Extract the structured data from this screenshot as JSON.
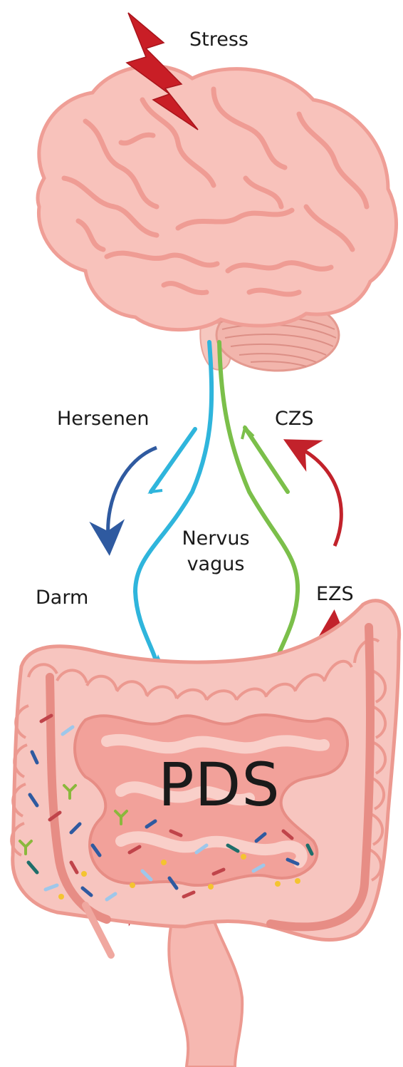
{
  "labels": {
    "stress": "Stress",
    "brain": "Hersenen",
    "cns": "CZS",
    "vagus_line1": "Nervus",
    "vagus_line2": "vagus",
    "gut": "Darm",
    "ens": "EZS",
    "condition": "PDS"
  },
  "colors": {
    "tissue": "#f4a6a2",
    "tissue_light": "#f9cfc9",
    "tissue_dark": "#e9827d",
    "efferent_nerve": "#2fb5dc",
    "afferent_nerve": "#7bbf4a",
    "arrow_brain_to_gut": "#2f5aa0",
    "arrow_gut_to_brain": "#c2222b",
    "stress_bolt": "#c91e26"
  },
  "icons": [
    "lightning-bolt-icon",
    "brain-icon",
    "cerebellum-icon",
    "brainstem-icon",
    "intestine-icon",
    "bacteria-icon"
  ]
}
